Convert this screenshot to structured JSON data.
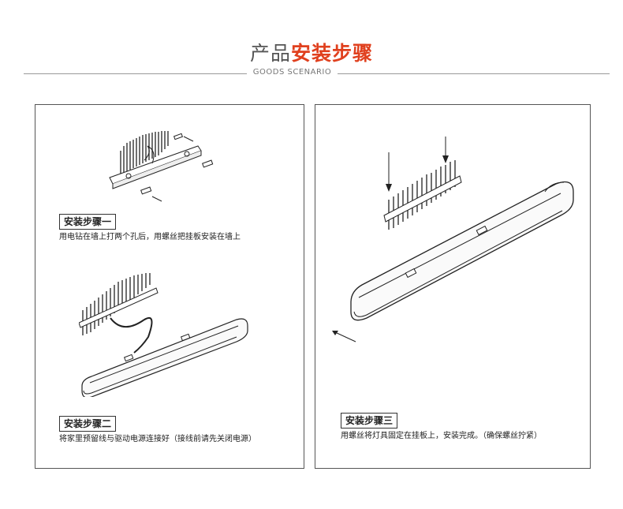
{
  "header": {
    "title_light": "产品",
    "title_accent": "安装步骤",
    "subtitle": "GOODS SCENARIO"
  },
  "steps": [
    {
      "label": "安装步骤一",
      "desc": "用电钻在墙上打两个孔后，用螺丝把挂板安装在墙上"
    },
    {
      "label": "安装步骤二",
      "desc": "将家里预留线与驱动电源连接好（接线前请先关闭电源）"
    },
    {
      "label": "安装步骤三",
      "desc": "用螺丝将灯具固定在挂板上，安装完成。（确保螺丝拧紧）"
    }
  ],
  "colors": {
    "accent": "#e0401e",
    "border": "#555555"
  }
}
